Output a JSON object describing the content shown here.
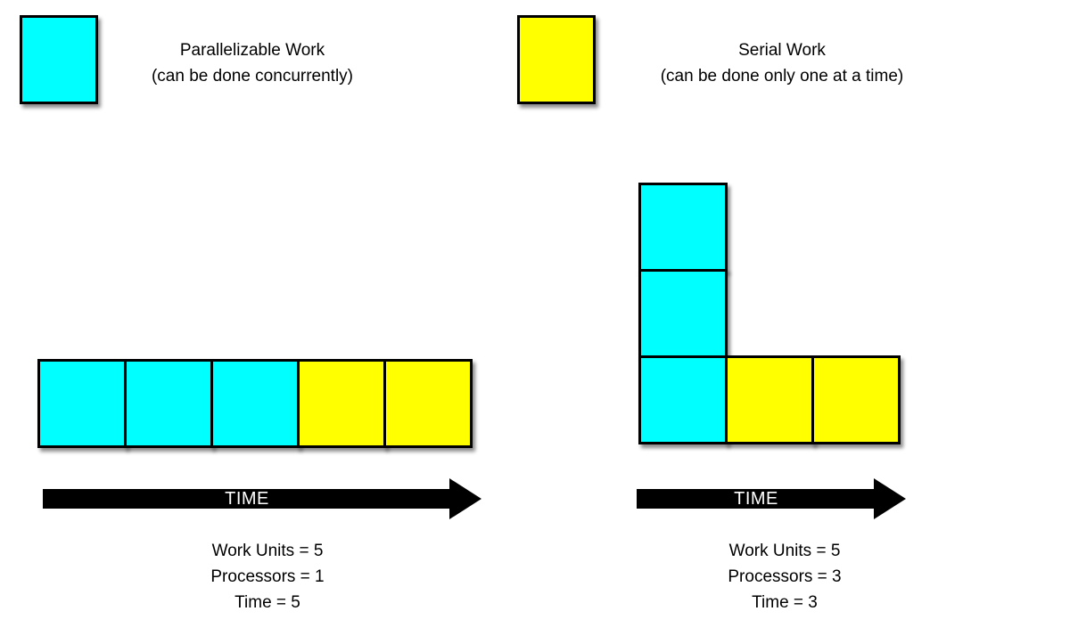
{
  "colors": {
    "parallel": "#00FFFF",
    "serial": "#FFFF00",
    "arrow": "#000000"
  },
  "legend": {
    "parallel": {
      "title": "Parallelizable Work",
      "subtitle": "(can be done concurrently)"
    },
    "serial": {
      "title": "Serial Work",
      "subtitle": "(can be done only one at a time)"
    }
  },
  "diagrams": {
    "left": {
      "blocks": [
        "parallel",
        "parallel",
        "parallel",
        "serial",
        "serial"
      ],
      "arrow_label": "TIME",
      "stats": [
        "Work Units = 5",
        "Processors = 1",
        "Time = 5"
      ]
    },
    "right": {
      "column_blocks": [
        "parallel",
        "parallel",
        "parallel"
      ],
      "serial_row_blocks": [
        "serial",
        "serial"
      ],
      "arrow_label": "TIME",
      "stats": [
        "Work Units = 5",
        "Processors = 3",
        "Time = 3"
      ]
    }
  }
}
